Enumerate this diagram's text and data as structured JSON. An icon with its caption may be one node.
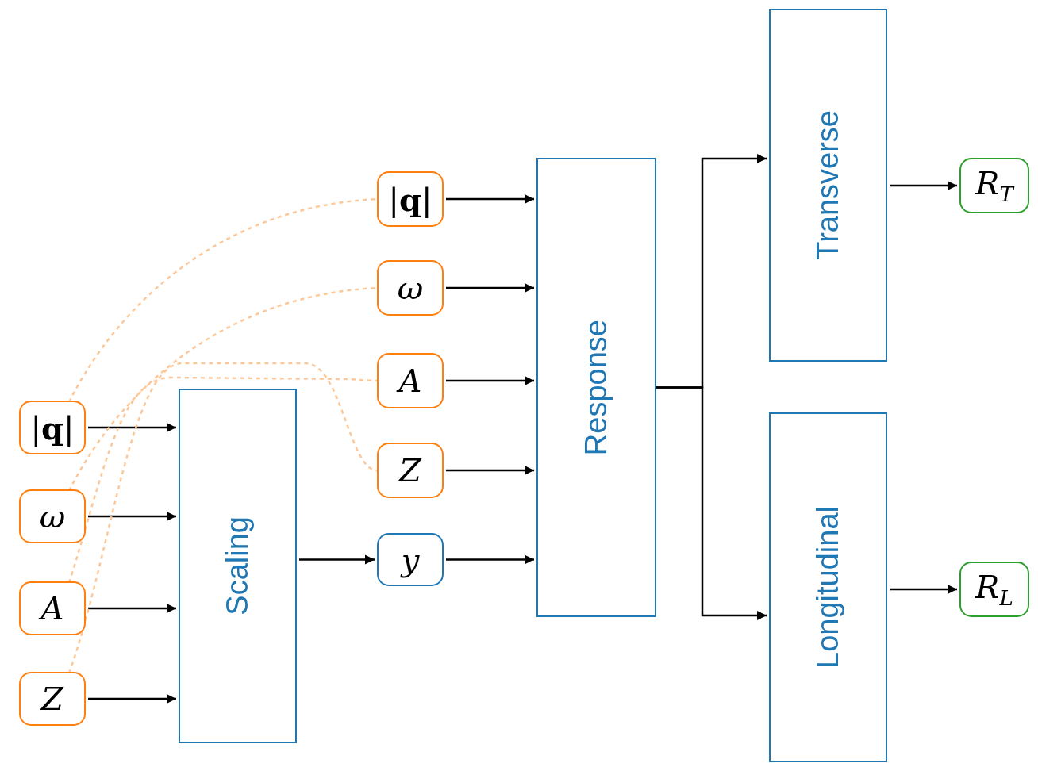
{
  "diagram": {
    "nodes": [
      {
        "text": [
          "|**q**|"
        ]
      },
      {
        "text": [
          "ω"
        ]
      },
      {
        "text": [
          "A"
        ]
      },
      {
        "text": [
          "Z"
        ]
      },
      {
        "text": [
          "Scaling"
        ]
      },
      {
        "text": [
          "|**q**|"
        ]
      },
      {
        "text": [
          "ω"
        ]
      },
      {
        "text": [
          "A"
        ]
      },
      {
        "text": [
          "Z"
        ]
      },
      {
        "text": [
          "y"
        ]
      },
      {
        "text": [
          "Response"
        ]
      },
      {
        "text": [
          "Transverse"
        ]
      },
      {
        "text": [
          "Longitudinal"
        ]
      },
      {
        "text": [
          "R$_{T}$"
        ]
      },
      {
        "text": [
          "R$_{L}$"
        ]
      }
    ],
    "edges": [
      {
        "from": 0,
        "to": 4,
        "arrow": "to"
      },
      {
        "from": 1,
        "to": 4,
        "arrow": "to"
      },
      {
        "from": 2,
        "to": 4,
        "arrow": "to"
      },
      {
        "from": 3,
        "to": 4,
        "arrow": "to"
      },
      {
        "from": 4,
        "to": 9,
        "arrow": "to"
      },
      {
        "from": 5,
        "to": 10,
        "arrow": "to"
      },
      {
        "from": 6,
        "to": 10,
        "arrow": "to"
      },
      {
        "from": 7,
        "to": 10,
        "arrow": "to"
      },
      {
        "from": 8,
        "to": 10,
        "arrow": "to"
      },
      {
        "from": 9,
        "to": 10,
        "arrow": "to"
      },
      {
        "from": 10,
        "to": 11,
        "arrow": "to"
      },
      {
        "from": 10,
        "to": 12,
        "arrow": "to"
      },
      {
        "from": 11,
        "to": 13,
        "arrow": "to"
      },
      {
        "from": 12,
        "to": 14,
        "arrow": "to"
      },
      {
        "from": 0,
        "to": 5,
        "arrow": "none",
        "style": "dashed",
        "color": "#fdc899"
      },
      {
        "from": 1,
        "to": 6,
        "arrow": "none",
        "style": "dashed",
        "color": "#fdc899"
      },
      {
        "from": 2,
        "to": 7,
        "arrow": "none",
        "style": "dashed",
        "color": "#fdc899"
      },
      {
        "from": 3,
        "to": 8,
        "arrow": "none",
        "style": "dashed",
        "color": "#fdc899"
      }
    ]
  }
}
